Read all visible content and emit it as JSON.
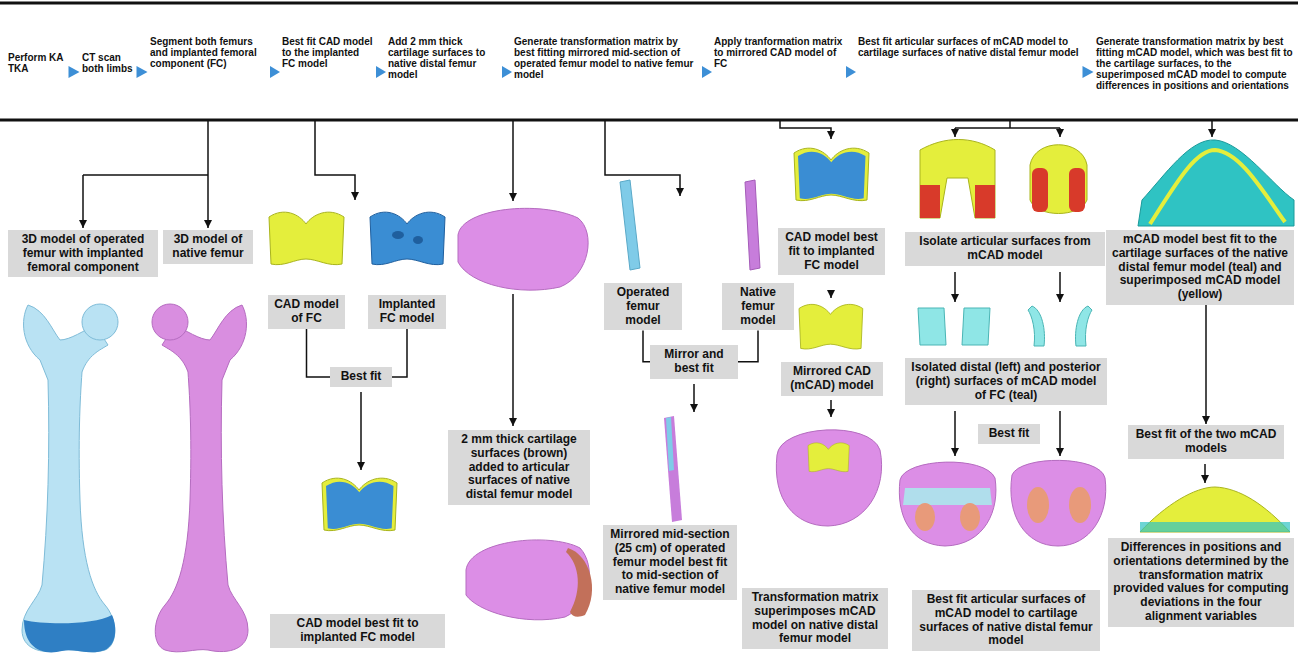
{
  "diagram": {
    "nodes": [
      {
        "text": [
          "Perform KA TKA"
        ]
      },
      {
        "text": [
          "CT scan both limbs"
        ]
      },
      {
        "text": [
          "Segment both femurs and implanted femoral component (FC)"
        ]
      },
      {
        "text": [
          "Best fit CAD model to the implanted FC model"
        ]
      },
      {
        "text": [
          "Add 2 mm thick cartilage surfaces to native distal femur model"
        ]
      },
      {
        "text": [
          "Generate transformation matrix by best fitting mirrored mid-section of operated femur model to native femur model"
        ]
      },
      {
        "text": [
          "Apply tranformation matrix to mirrored CAD model of FC"
        ]
      },
      {
        "text": [
          "Best fit articular surfaces of mCAD model to cartilage surfaces of native distal femur model"
        ]
      },
      {
        "text": [
          "Generate transformation matrix by best fitting mCAD model, which was best fit to the cartilage surfaces, to the superimposed mCAD model to compute differences in positions and orientations"
        ]
      },
      {
        "text": [
          "3D model of operated femur with implanted femoral component"
        ]
      },
      {
        "text": [
          "3D model of native femur"
        ]
      },
      {
        "text": [
          "CAD model of FC"
        ]
      },
      {
        "text": [
          "Implanted FC model"
        ]
      },
      {
        "text": [
          "Best fit"
        ]
      },
      {
        "text": [
          "CAD model best fit to implanted FC model"
        ]
      },
      {
        "text": [
          "2 mm thick cartilage surfaces (brown) added to articular surfaces of native distal femur model"
        ]
      },
      {
        "text": [
          "Operated femur model"
        ]
      },
      {
        "text": [
          "Native femur model"
        ]
      },
      {
        "text": [
          "Mirror and best fit"
        ]
      },
      {
        "text": [
          "Mirrored mid-section (25 cm) of operated femur model best fit to mid-section of native femur model"
        ]
      },
      {
        "text": [
          "CAD model best fit to implanted FC model"
        ]
      },
      {
        "text": [
          "Mirrored CAD (mCAD) model"
        ]
      },
      {
        "text": [
          "Transformation matrix superimposes mCAD model on native distal femur model"
        ]
      },
      {
        "text": [
          "Isolate articular surfaces from mCAD model"
        ]
      },
      {
        "text": [
          "Isolated distal (left) and posterior (right) surfaces of mCAD model of FC (teal)"
        ]
      },
      {
        "text": [
          "Best fit"
        ]
      },
      {
        "text": [
          "Best fit articular surfaces of mCAD model to cartilage surfaces of native distal femur model"
        ]
      },
      {
        "text": [
          "mCAD model best fit to the cartilage surfaces of the native distal femur model (teal) and superimposed mCAD model (yellow)"
        ]
      },
      {
        "text": [
          "Best fit of the two mCAD models"
        ]
      },
      {
        "text": [
          "Differences in positions and orientations determined by the transformation matrix provided values for computing deviations in the four alignment variables"
        ]
      }
    ],
    "edges": [
      {
        "from": 0,
        "to": 1,
        "arrow": "to"
      },
      {
        "from": 1,
        "to": 2,
        "arrow": "to"
      },
      {
        "from": 2,
        "to": 3,
        "arrow": "to"
      },
      {
        "from": 3,
        "to": 4,
        "arrow": "to"
      },
      {
        "from": 4,
        "to": 5,
        "arrow": "to"
      },
      {
        "from": 5,
        "to": 6,
        "arrow": "to"
      },
      {
        "from": 6,
        "to": 7,
        "arrow": "to"
      },
      {
        "from": 7,
        "to": 8,
        "arrow": "to"
      },
      {
        "from": 11,
        "to": 13,
        "arrow": "none"
      },
      {
        "from": 12,
        "to": 13,
        "arrow": "none"
      },
      {
        "from": 16,
        "to": 18,
        "arrow": "none"
      },
      {
        "from": 17,
        "to": 18,
        "arrow": "none"
      },
      {
        "from": 27,
        "to": 28,
        "arrow": "to"
      }
    ]
  }
}
